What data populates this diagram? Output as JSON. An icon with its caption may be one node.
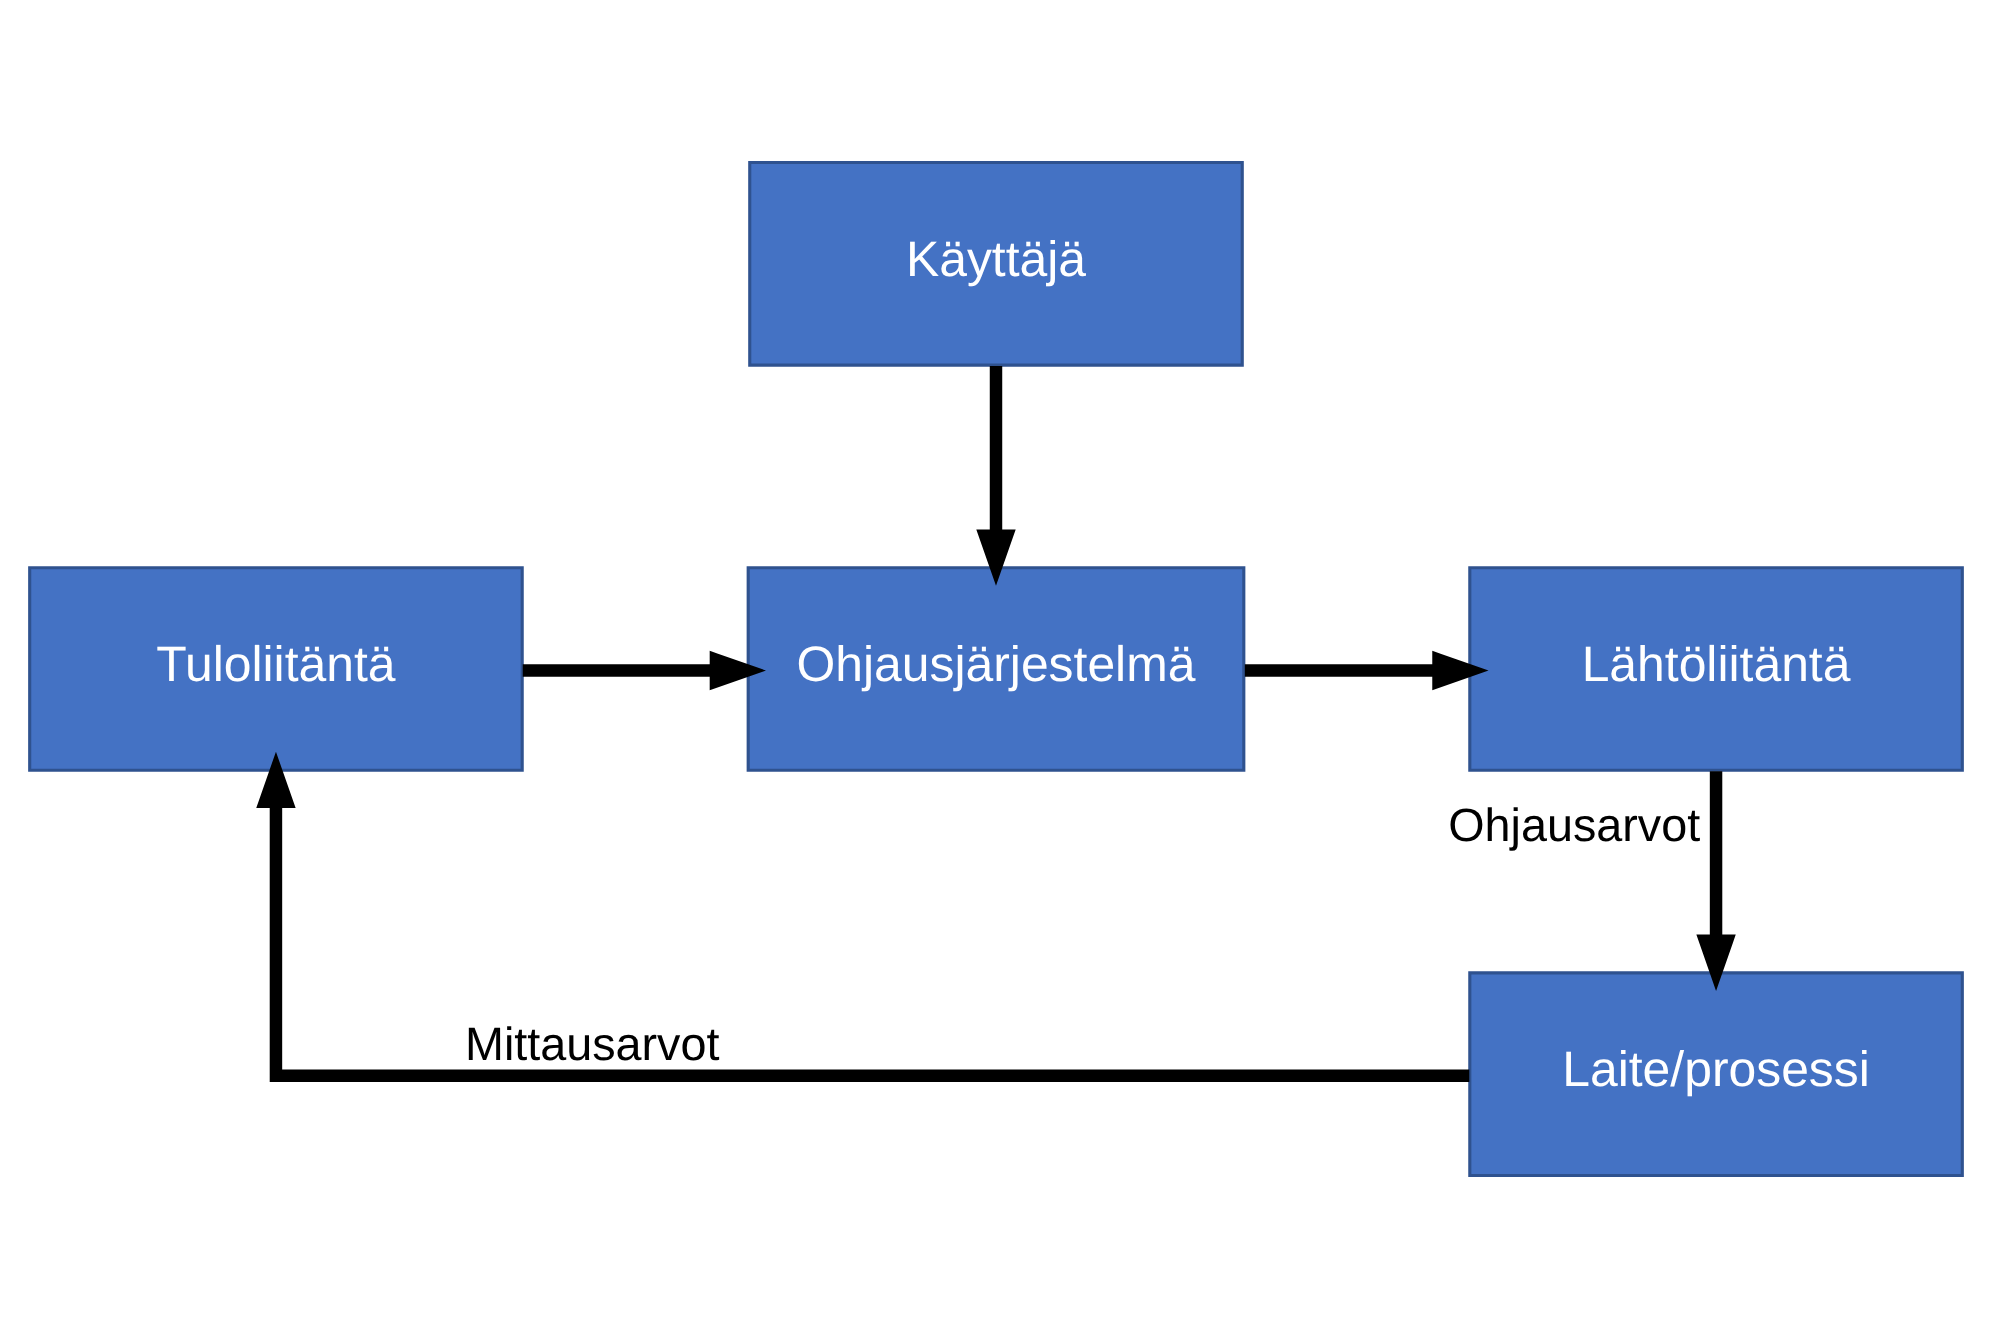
{
  "diagram": {
    "nodes": [
      {
        "text": [
          "Käyttäjä"
        ]
      },
      {
        "text": [
          "Tuloliitäntä"
        ]
      },
      {
        "text": [
          "Ohjausjärjestelmä"
        ]
      },
      {
        "text": [
          "Lähtöliitäntä"
        ]
      },
      {
        "text": [
          "Laite/prosessi"
        ]
      }
    ],
    "edges": [
      {
        "from": 0,
        "to": 2,
        "arrow": "to"
      },
      {
        "from": 1,
        "to": 2,
        "arrow": "to"
      },
      {
        "from": 2,
        "to": 3,
        "arrow": "to"
      },
      {
        "from": 3,
        "to": 4,
        "arrow": "to",
        "label": "Ohjausarvot"
      },
      {
        "from": 4,
        "to": 1,
        "arrow": "to",
        "label": "Mittausarvot"
      }
    ]
  }
}
